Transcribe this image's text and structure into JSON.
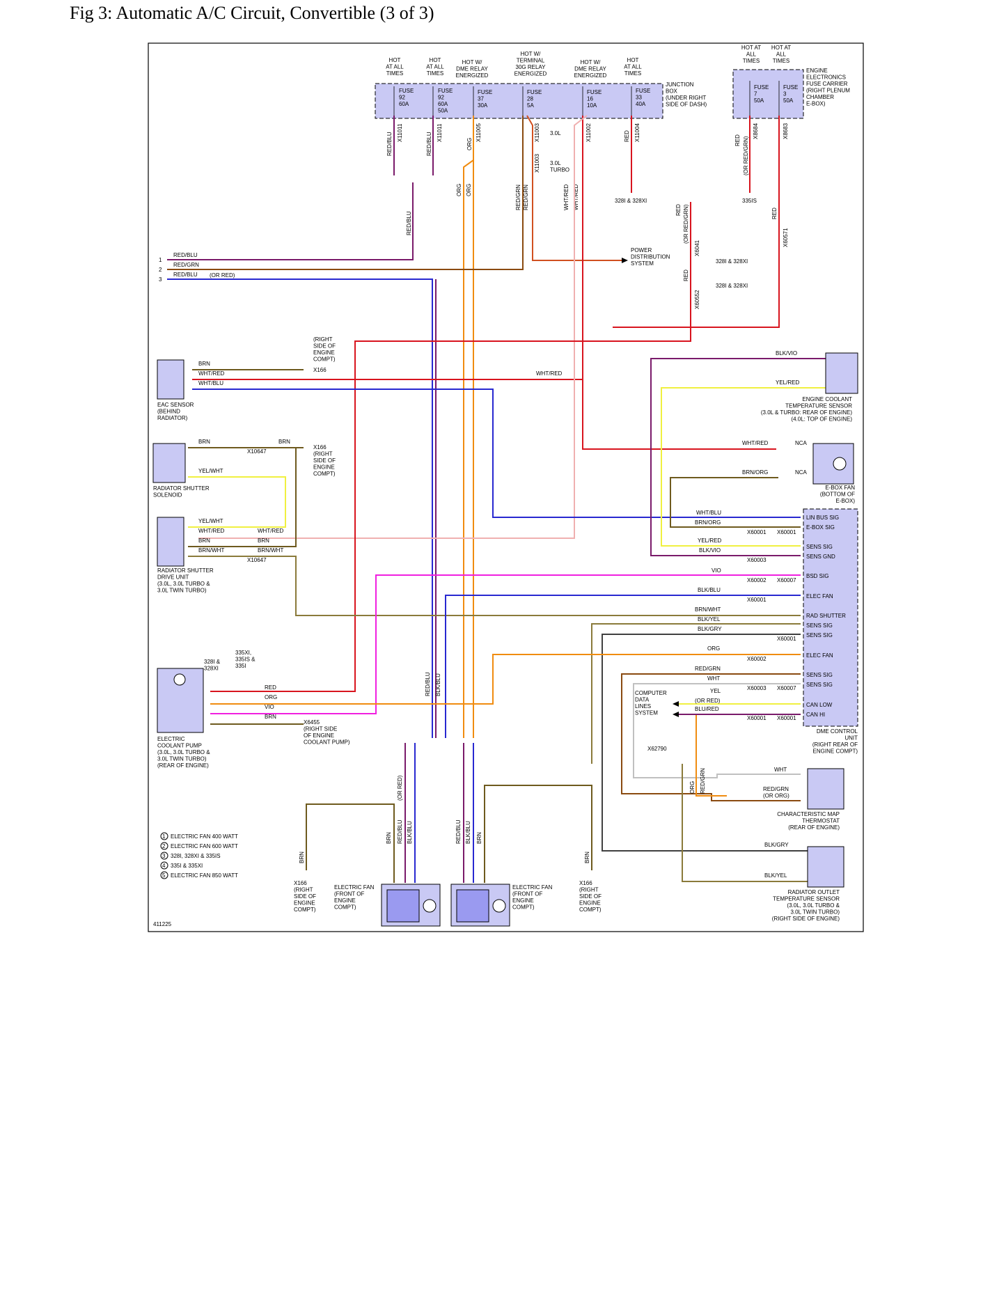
{
  "title": "Fig 3: Automatic A/C Circuit, Convertible (3 of 3)",
  "figure_id": "411225",
  "colors": {
    "red": "#d8141e",
    "redblu": "#7a1a6a",
    "redgrn": "#8a4a10",
    "org": "#f08c10",
    "brn": "#6e5a1e",
    "yel": "#f0f040",
    "blu": "#2828d0",
    "vio": "#f020e0",
    "pink": "#f0b0b0",
    "gry": "#a0a0a0",
    "blk": "#202020",
    "comp_fill": "#c9c9f4"
  },
  "power": {
    "f1": "HOT\nAT ALL\nTIMES",
    "f2": "HOT\nAT ALL\nTIMES",
    "f3": "HOT W/\nDME RELAY\nENERGIZED",
    "f4": "HOT W/\nTERMINAL\n30G RELAY\nENERGIZED",
    "f5": "HOT W/\nDME RELAY\nENERGIZED",
    "f6": "HOT\nAT ALL\nTIMES",
    "f7": "HOT AT\nALL\nTIMES",
    "f8": "HOT AT\nALL\nTIMES"
  },
  "fuses": {
    "a": "FUSE\n92\n60A",
    "b": "FUSE\n92\n60A\n50A",
    "c": "FUSE\n37\n30A",
    "d": "FUSE\n28\n5A",
    "e": "FUSE\n16\n10A",
    "f": "FUSE\n33\n40A",
    "g": "FUSE\n7\n50A",
    "h": "FUSE\n3\n50A"
  },
  "boxes": {
    "junction": "JUNCTION\nBOX\n(UNDER RIGHT\nSIDE OF DASH)",
    "ebox": "ENGINE\nELECTRONICS\nFUSE CARRIER\n(RIGHT PLENUM\nCHAMBER\nE-BOX)"
  },
  "connectors": {
    "x11011": "X11011",
    "x11005": "X11005",
    "x11003": "X11003",
    "x11002": "X11002",
    "x11004": "X11004",
    "x8684": "X8684",
    "x8683": "X8683",
    "x6041": "X6041",
    "x60552": "X60552",
    "x60571": "X60571",
    "x166": "X166",
    "x10647": "X10647",
    "x6455": "X6455",
    "x62790": "X62790",
    "x60001": "X60001",
    "x60002": "X60002",
    "x60003": "X60003",
    "x60007": "X60007"
  },
  "wires": {
    "redblu": "RED/BLU",
    "redgrn": "RED/GRN",
    "org": "ORG",
    "whtred": "WHT/RED",
    "red": "RED",
    "red_or_redgrn": "(OR RED/GRN)",
    "or_red": "(OR RED)",
    "brn": "BRN",
    "whtblu": "WHT/BLU",
    "yelwht": "YEL/WHT",
    "brnwht": "BRN/WHT",
    "blkvio": "BLK/VIO",
    "yelred": "YEL/RED",
    "brnorg": "BRN/ORG",
    "vio": "VIO",
    "blkblu": "BLK/BLU",
    "blkyel": "BLK/YEL",
    "blkgry": "BLK/GRY",
    "wht": "WHT",
    "yel": "YEL",
    "blured": "BLU/RED",
    "redorg": "RED/GRN\n(OR ORG)",
    "nca": "NCA",
    "bluorred": "(OR RED)"
  },
  "labels": {
    "v30l": "3.0L",
    "v30lturbo": "3.0L\nTURBO",
    "m328": "328I & 328XI",
    "m335is": "335IS",
    "pds": "POWER\nDISTRIBUTION\nSYSTEM",
    "x166_note": "(RIGHT\nSIDE OF\nENGINE\nCOMPT)",
    "x166_2": "X166\n(RIGHT\nSIDE OF\nENGINE\nCOMPT)",
    "eac": "EAC SENSOR\n(BEHIND\nRADIATOR)",
    "rss": "RADIATOR SHUTTER\nSOLENOID",
    "rsdu": "RADIATOR SHUTTER\nDRIVE UNIT\n(3.0L, 3.0L TURBO &\n3.0L TWIN TURBO)",
    "ecp": "ELECTRIC\nCOOLANT PUMP\n(3.0L, 3.0L TURBO &\n3.0L TWIN TURBO)\n(REAR OF ENGINE)",
    "ecp_v1": "328I &\n328XI",
    "ecp_v2": "335XI,\n335IS &\n335I",
    "x6455": "X6455\n(RIGHT SIDE\nOF ENGINE\nCOOLANT PUMP)",
    "ect": "ENGINE COOLANT\nTEMPERATURE SENSOR\n(3.0L & TURBO: REAR OF ENGINE)\n(4.0L: TOP OF ENGINE)",
    "ebox_fan": "E-BOX FAN\n(BOTTOM OF\nE-BOX)",
    "dme": "DME CONTROL\nUNIT\n(RIGHT REAR OF\nENGINE COMPT)",
    "cdls": "COMPUTER\nDATA\nLINES\nSYSTEM",
    "cmt": "CHARACTERISTIC MAP\nTHERMOSTAT\n(REAR OF ENGINE)",
    "rot": "RADIATOR OUTLET\nTEMPERATURE SENSOR\n(3.0L, 3.0L TURBO &\n3.0L TWIN TURBO)\n(RIGHT SIDE OF ENGINE)",
    "efan": "ELECTRIC FAN\n(FRONT OF\nENGINE\nCOMPT)"
  },
  "dme_pins": [
    "LIN BUS SIG",
    "E-BOX SIG",
    "SENS SIG",
    "SENS GND",
    "BSD SIG",
    "ELEC FAN",
    "RAD SHUTTER",
    "SENS SIG",
    "SENS SIG",
    "ELEC FAN",
    "SENS SIG",
    "SENS SIG",
    "CAN LOW",
    "CAN HI"
  ],
  "legend": [
    {
      "num": "1",
      "text": "ELECTRIC FAN 400 WATT"
    },
    {
      "num": "2",
      "text": "ELECTRIC FAN 600 WATT"
    },
    {
      "num": "3",
      "text": "328I, 328XI & 335IS"
    },
    {
      "num": "4",
      "text": "335I & 335XI"
    },
    {
      "num": "5",
      "text": "ELECTRIC FAN 850 WATT"
    }
  ]
}
